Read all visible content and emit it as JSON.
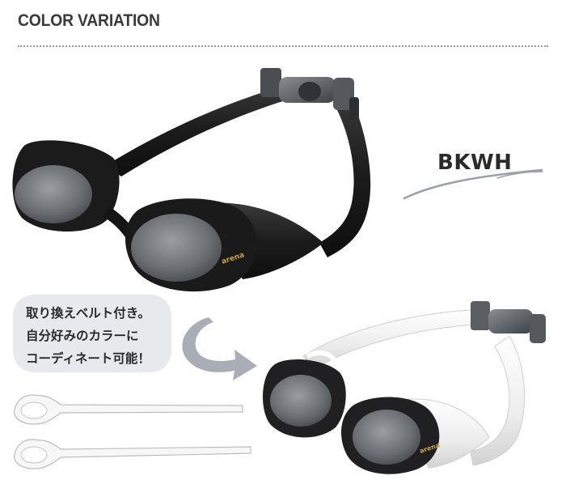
{
  "header": {
    "title": "COLOR VARIATION"
  },
  "product": {
    "color_code": "BKWH",
    "brand_logo_text": "arena"
  },
  "callout": {
    "lines": [
      "取り換えベルト付き。",
      "自分好みのカラーに",
      "コーディネート可能！"
    ]
  },
  "colors": {
    "title": "#3a3a3a",
    "bubble_bg": "#e8e9ec",
    "black_strap": "#1e1e1e",
    "white_strap": "#f2f2f2",
    "arrow": "#a9adb5",
    "lens": "#6f7276"
  }
}
